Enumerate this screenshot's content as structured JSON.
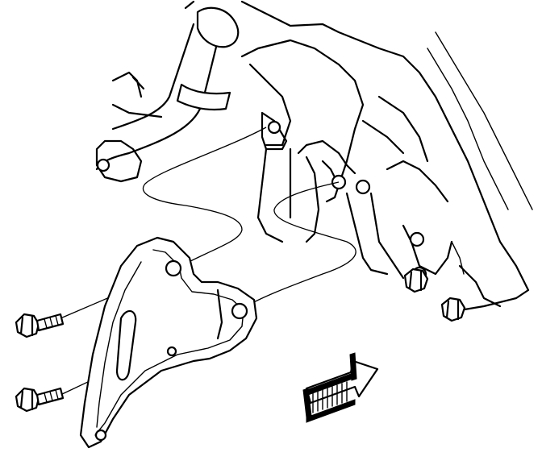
{
  "figure": {
    "subject": "engine-bracket-installation",
    "style": "black line art on white",
    "background": "#ffffff",
    "stroke": "#000000"
  },
  "parts": [
    {
      "name": "engine-block"
    },
    {
      "name": "hose"
    },
    {
      "name": "mounting-bracket"
    },
    {
      "name": "bolt-upper"
    },
    {
      "name": "bolt-lower"
    },
    {
      "name": "engine-bolt-left"
    },
    {
      "name": "engine-bolt-right"
    }
  ],
  "symbols": {
    "front_indicator": "arrow-icon"
  }
}
